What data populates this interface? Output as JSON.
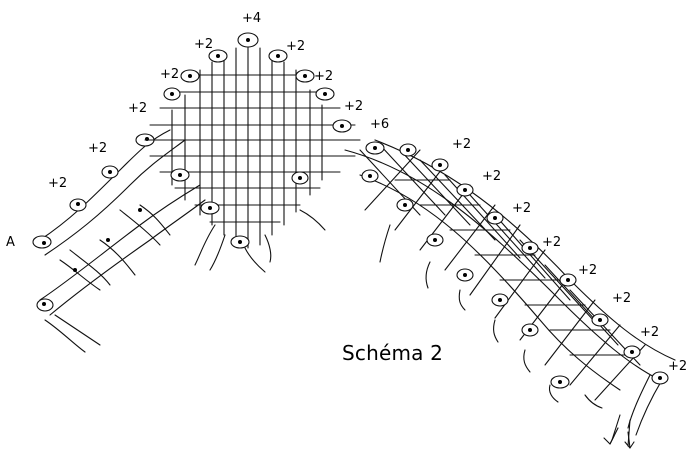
{
  "caption": "Schéma 2",
  "start_label": "A",
  "increase_labels": {
    "l1": "+2",
    "l2": "+2",
    "l3": "+2",
    "l4": "+2",
    "l5": "+2",
    "top": "+4",
    "r1": "+2",
    "r2": "+2",
    "r3": "+2",
    "six": "+6",
    "s1": "+2",
    "s2": "+2",
    "s3": "+2",
    "s4": "+2",
    "s5": "+2",
    "s6": "+2",
    "s7": "+2",
    "s8": "+2"
  },
  "icons": {
    "pin": "pin-icon",
    "direction_arrow": "arrow-down-icon"
  }
}
